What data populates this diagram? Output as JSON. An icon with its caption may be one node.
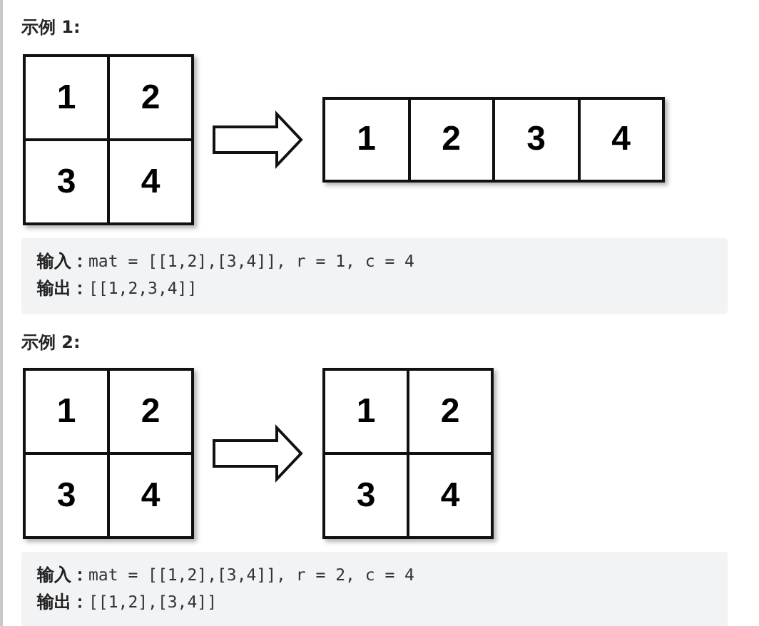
{
  "diagram": {
    "nodes": [
      {
        "text": [],
        "shape": "box"
      },
      {
        "text": [
          "1"
        ],
        "in": 0
      },
      {
        "text": [
          "2"
        ],
        "in": 0
      },
      {
        "text": [
          "3"
        ],
        "in": 0
      },
      {
        "text": [
          "4"
        ],
        "in": 0
      },
      {
        "text": [],
        "shape": "box"
      },
      {
        "text": [
          "1"
        ],
        "in": 5
      },
      {
        "text": [
          "2"
        ],
        "in": 5
      },
      {
        "text": [
          "3"
        ],
        "in": 5
      },
      {
        "text": [
          "4"
        ],
        "in": 5
      },
      {
        "text": [],
        "shape": "box"
      },
      {
        "text": [
          "1"
        ],
        "in": 10
      },
      {
        "text": [
          "2"
        ],
        "in": 10
      },
      {
        "text": [
          "3"
        ],
        "in": 10
      },
      {
        "text": [
          "4"
        ],
        "in": 10
      },
      {
        "text": [],
        "shape": "box"
      },
      {
        "text": [
          "1"
        ],
        "in": 15
      },
      {
        "text": [
          "2"
        ],
        "in": 15
      },
      {
        "text": [
          "3"
        ],
        "in": 15
      },
      {
        "text": [
          "4"
        ],
        "in": 15
      }
    ],
    "edges": [
      {
        "from": 0,
        "to": 5,
        "arrow": "to"
      },
      {
        "from": 10,
        "to": 15,
        "arrow": "to"
      }
    ],
    "labels": [
      "示例 1:",
      "**输入：**mat = [[1,2],[3,4]], r = 1, c = 4",
      "**输出：**[[1,2,3,4]]",
      "示例 2:",
      "**输入：**mat = [[1,2],[3,4]], r = 2, c = 4",
      "**输出：**[[1,2],[3,4]]"
    ]
  }
}
